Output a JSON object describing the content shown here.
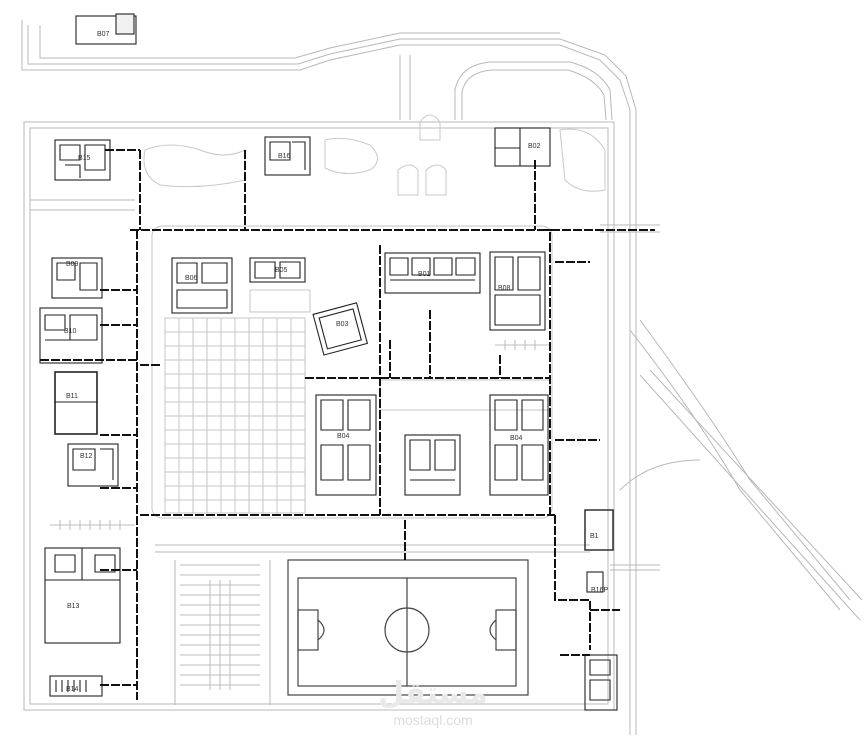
{
  "buildings": {
    "b07": "B07",
    "b02": "B02",
    "b09": "B09",
    "b10": "B10",
    "b11": "B11",
    "b12": "B12",
    "b13": "B13",
    "b03": "B03",
    "b04a": "B04",
    "b04b": "B04",
    "b01": "B01",
    "b05": "B05",
    "b06": "B06",
    "b14": "B14",
    "b15": "B15",
    "b16": "B16",
    "b08": "B08",
    "b16p": "B16P",
    "b18": "B1"
  },
  "watermark": {
    "arabic": "مستقل",
    "latin": "mostaql.com"
  }
}
